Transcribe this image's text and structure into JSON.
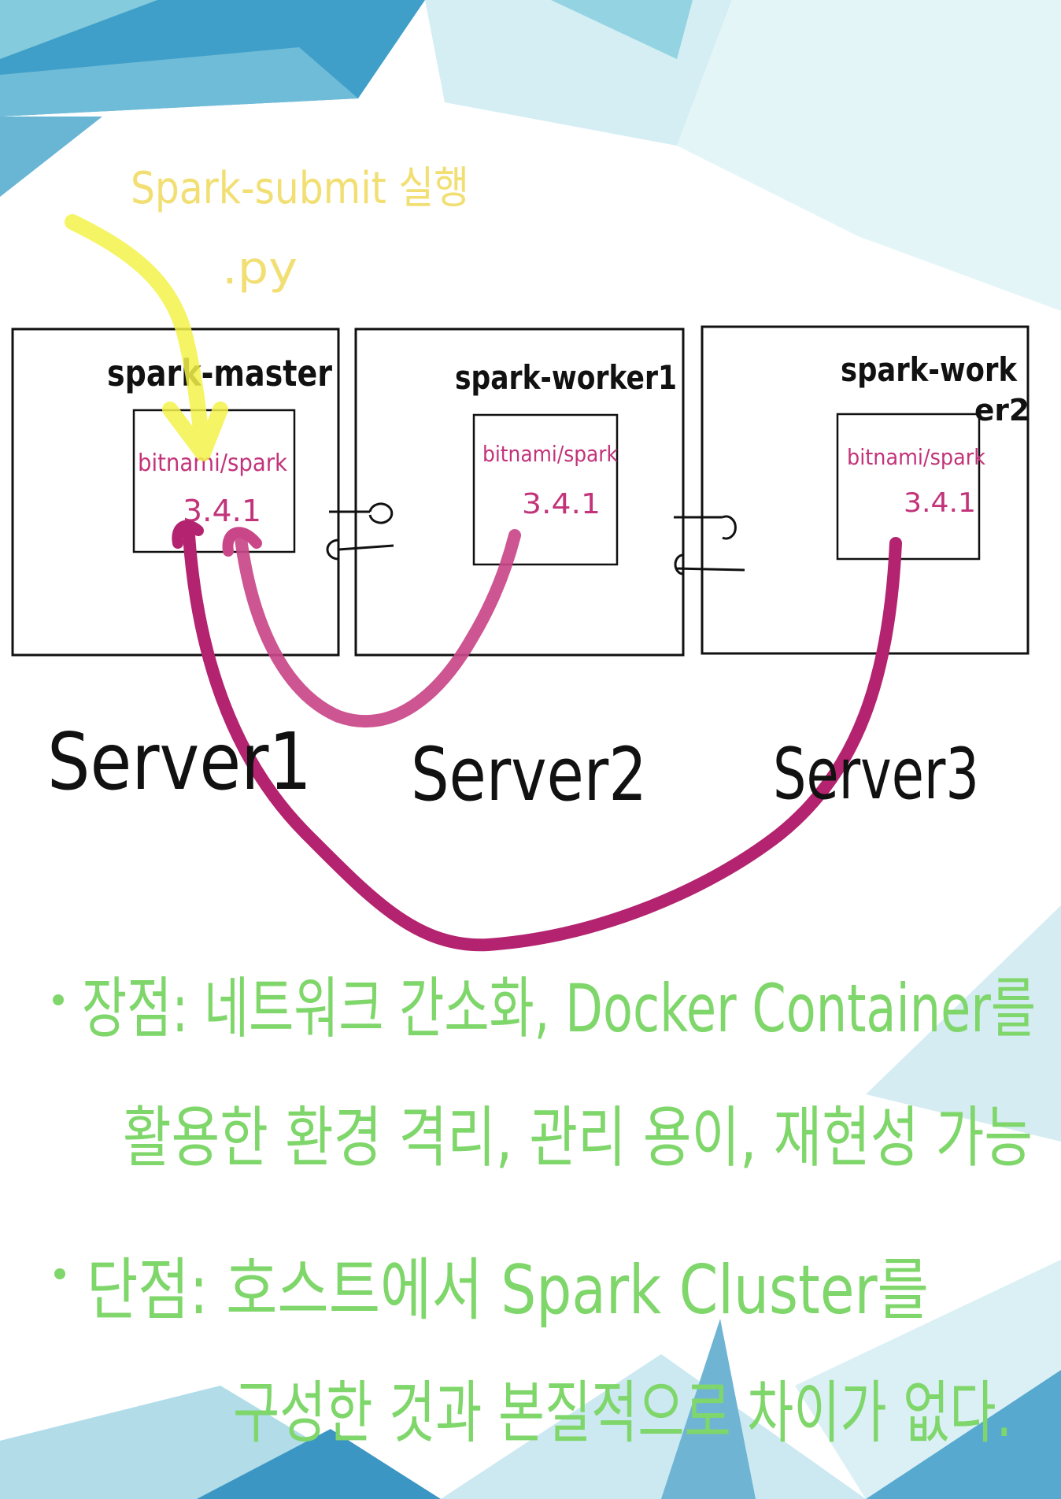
{
  "colors": {
    "ink": "#111111",
    "container_text": "#c2337a",
    "connection": "#b3236f",
    "submit_text": "#f2df74",
    "submit_arrow": "#f3f24a",
    "notes": "#7fd66a",
    "bg_blue_dark": "#2f8fc0",
    "bg_blue_light": "#bfe6ef"
  },
  "submit": {
    "command": "Spark-submit 실행",
    "file": ".py"
  },
  "servers": [
    {
      "node": "spark-master",
      "container": "bitnami/spark",
      "version": "3.4.1",
      "label": "Server1"
    },
    {
      "node": "spark-worker1",
      "container": "bitnami/spark",
      "version": "3.4.1",
      "label": "Server2"
    },
    {
      "node": "spark-work",
      "node_suffix": "er2",
      "container": "bitnami/spark",
      "version": "3.4.1",
      "label": "Server3"
    }
  ],
  "notes": {
    "pros_line1": "장점: 네트워크 간소화, Docker Container를",
    "pros_line2": "활용한 환경 격리, 관리 용이, 재현성 가능",
    "cons_line1": "단점: 호스트에서 Spark Cluster를",
    "cons_line2": "구성한 것과 본질적으로 차이가 없다."
  }
}
